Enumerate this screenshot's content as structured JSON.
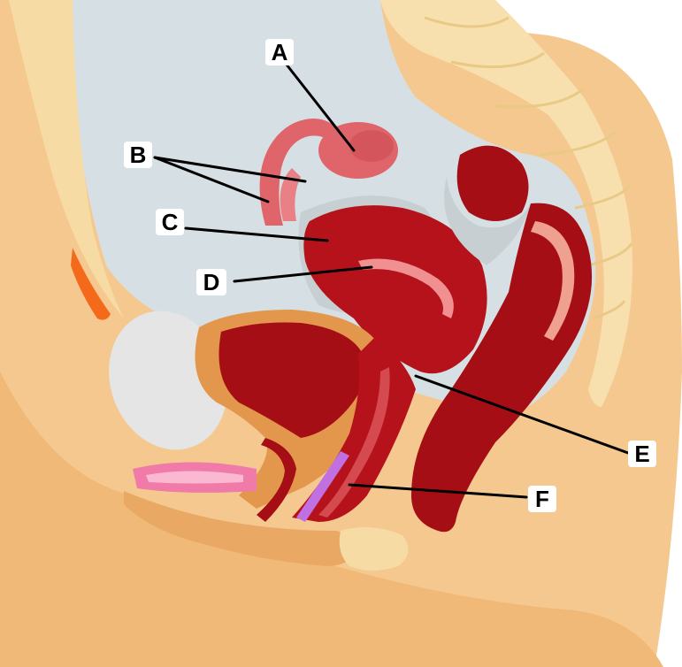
{
  "labels": {
    "A": "A",
    "B": "B",
    "C": "C",
    "D": "D",
    "E": "E",
    "F": "F"
  },
  "colors": {
    "skin": "#f5c88f",
    "skin_dark": "#e9a964",
    "cavity": "#d6e0e4",
    "spine": "#f7e0ad",
    "organ_red": "#b5121b",
    "organ_dark": "#8c0c12",
    "tube_pink": "#e0656b",
    "bladder_wall": "#e3974c",
    "pubic_bone": "#e5e5e5",
    "gland_pink": "#f07aa8",
    "device_purple": "#c070e0",
    "pubic_orange": "#f46a1a"
  }
}
